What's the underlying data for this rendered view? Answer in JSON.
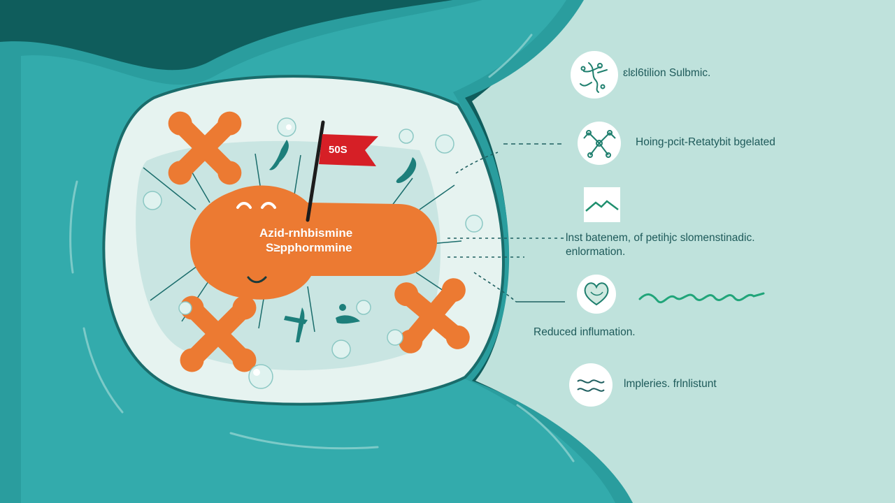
{
  "colors": {
    "background_dark": "#0f5d5c",
    "membrane": "#2a9d9e",
    "cell_interior": "#e6f3f0",
    "cytoplasm": "#c5e3e0",
    "panel": "#bfe2dc",
    "drug_orange": "#ec7a32",
    "flag_red": "#d61f26",
    "accent_green": "#21a57a",
    "text_dark_teal": "#1e5a5a"
  },
  "center_molecule": {
    "line1": "Azid-rnhbismine",
    "line2": "S≥pphormmine"
  },
  "flag": {
    "label": "50S"
  },
  "panel_labels": {
    "item1": "ɛlɛl6tilion Sulbmic.",
    "item2": "Hoing-pcit-Retatybit bgelated",
    "item3_line1": "lnst batenem, of petihjc slomenstinadic.",
    "item3_line2": "enlormation.",
    "item4": "Reduced influmation.",
    "item5": "lmpleries. frlnlistunt"
  },
  "icons": {
    "item1": "bacteria-cluster-icon",
    "item2": "molecule-network-icon",
    "item3": "mountain-chart-icon",
    "item4": "heart-icon",
    "item5": "wave-icon",
    "wave_line": "sine-wave"
  }
}
